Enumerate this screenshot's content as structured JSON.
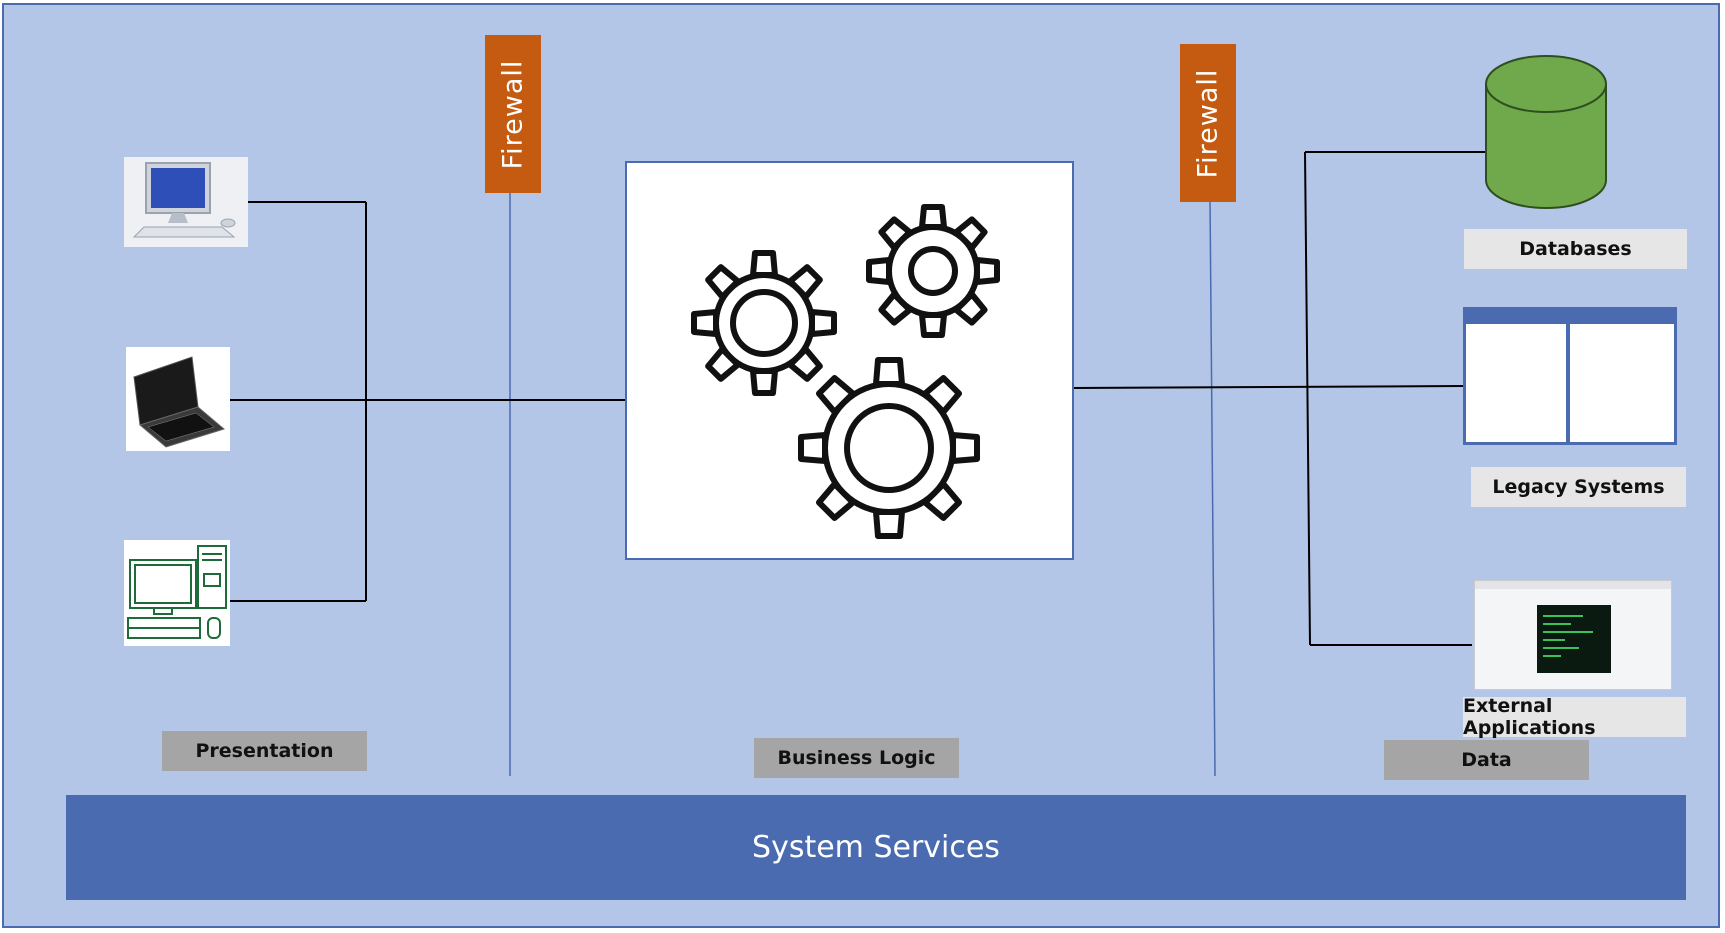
{
  "firewalls": [
    "Firewall",
    "Firewall"
  ],
  "tiers": {
    "presentation": "Presentation",
    "business_logic": "Business Logic",
    "data": "Data"
  },
  "data_sources": {
    "databases": "Databases",
    "legacy_systems": "Legacy Systems",
    "external_applications": "External Applications"
  },
  "system_services": "System Services",
  "icons": [
    "desktop-monitor-icon",
    "laptop-icon",
    "workstation-icon",
    "gears-icon",
    "database-cylinder-icon",
    "legacy-window-icon",
    "external-app-screenshot-icon"
  ],
  "colors": {
    "background": "#b4c6e7",
    "firewall": "#c55a11",
    "system_services": "#4a6bb0",
    "database": "#70a84c",
    "label_dark": "#a5a5a5",
    "label_light": "#e7e6e6"
  }
}
